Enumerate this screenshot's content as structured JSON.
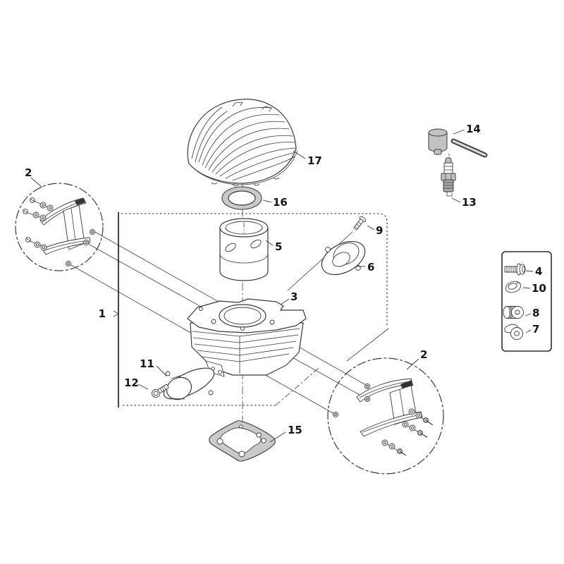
{
  "callouts": {
    "c1": "1",
    "c2a": "2",
    "c2b": "2",
    "c3": "3",
    "c4": "4",
    "c5": "5",
    "c6": "6",
    "c7": "7",
    "c8": "8",
    "c9": "9",
    "c10": "10",
    "c11": "11",
    "c12": "12",
    "c13": "13",
    "c14": "14",
    "c15": "15",
    "c16": "16",
    "c17": "17"
  },
  "colors": {
    "background": "#ffffff",
    "line": "#3a3a3a",
    "label_text": "#151515",
    "gasket_fill": "#c9c9c9",
    "metal_fill": "#c2c2c2"
  }
}
